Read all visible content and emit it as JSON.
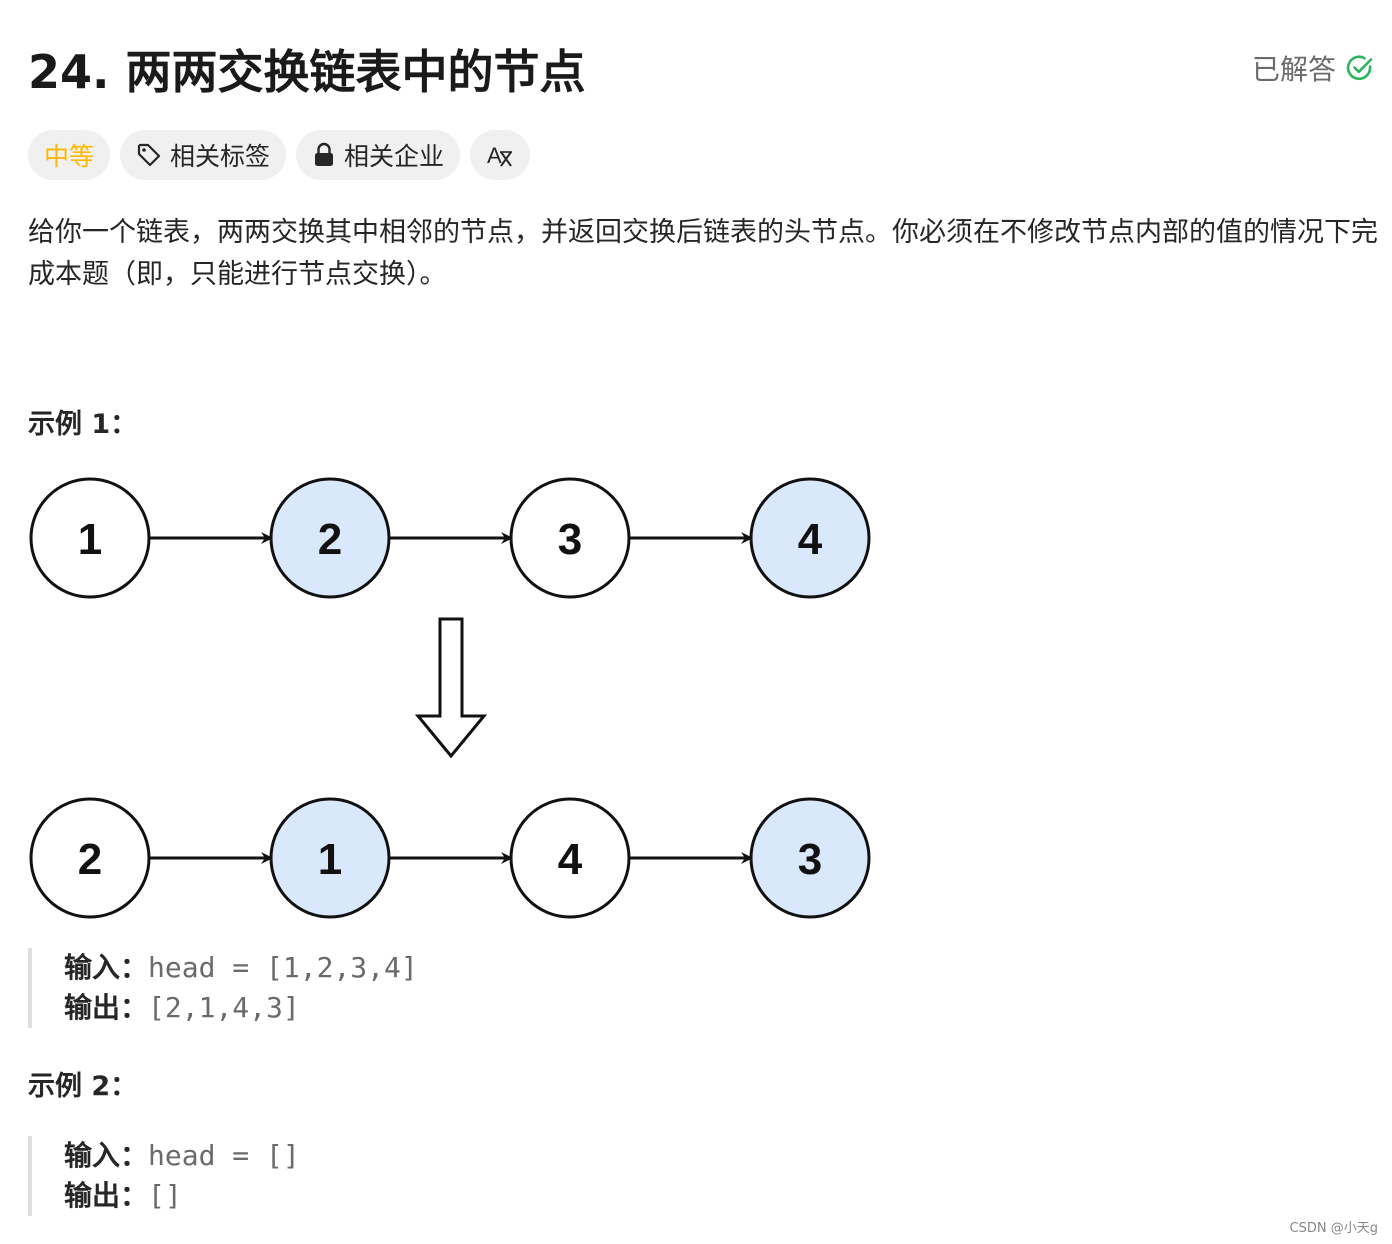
{
  "problem": {
    "title": "24. 两两交换链表中的节点",
    "status": "已解答"
  },
  "chips": {
    "difficulty": "中等",
    "tags": "相关标签",
    "companies": "相关企业",
    "translate_icon": "translate-icon"
  },
  "description": "给你一个链表，两两交换其中相邻的节点，并返回交换后链表的头节点。你必须在不修改节点内部的值的情况下完成本题（即，只能进行节点交换）。",
  "examples": [
    {
      "title": "示例 1：",
      "diagram": {
        "before": [
          "1",
          "2",
          "3",
          "4"
        ],
        "after": [
          "2",
          "1",
          "4",
          "3"
        ],
        "highlight_color": "#dae8fc",
        "plain_color": "#ffffff"
      },
      "input_label": "输入：",
      "input_value": "head = [1,2,3,4]",
      "output_label": "输出：",
      "output_value": "[2,1,4,3]"
    },
    {
      "title": "示例 2：",
      "input_label": "输入：",
      "input_value": "head = []",
      "output_label": "输出：",
      "output_value": "[]"
    }
  ],
  "colors": {
    "difficulty_medium": "#ffb800",
    "solved_check": "#2db55d"
  },
  "watermark": "CSDN @小天g"
}
